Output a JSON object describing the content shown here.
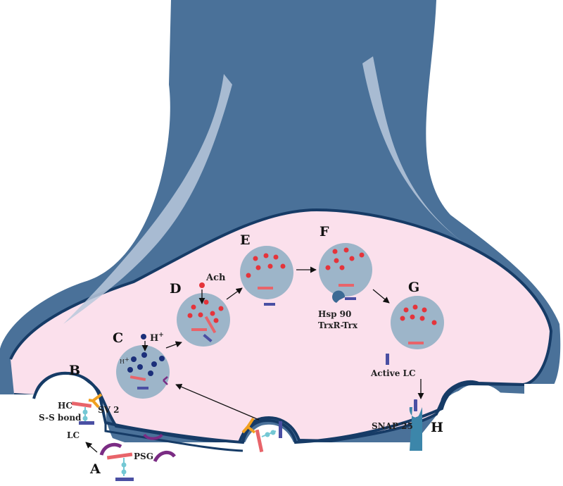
{
  "colors": {
    "neuron": "#4a7199",
    "neuron_dark": "#163b66",
    "cytoplasm": "#fbe0ec",
    "vesicle": "#9db5c9",
    "ach": "#e5343b",
    "proton": "#1b2f7a",
    "heavy_chain": "#e8646a",
    "light_chain": "#4a4fa3",
    "ss_bond": "#74c8d4",
    "sv2": "#f0a020",
    "psg": "#7b2c84",
    "snap25": "#3c86aa"
  },
  "labels": {
    "A": "A",
    "B": "B",
    "C": "C",
    "D": "D",
    "E": "E",
    "F": "F",
    "G": "G",
    "H": "H"
  },
  "annotations": {
    "hc": "HC",
    "ss_bond": "S-S bond",
    "lc": "LC",
    "sv2": "SV 2",
    "psg": "PSG",
    "h_plus": "H",
    "plus": "+",
    "h_plus_inside": "H",
    "ach": "Ach",
    "hsp90": "Hsp 90",
    "trxr": "TrxR-Trx",
    "active_lc": "Active LC",
    "snap25": "SNAP 25"
  }
}
